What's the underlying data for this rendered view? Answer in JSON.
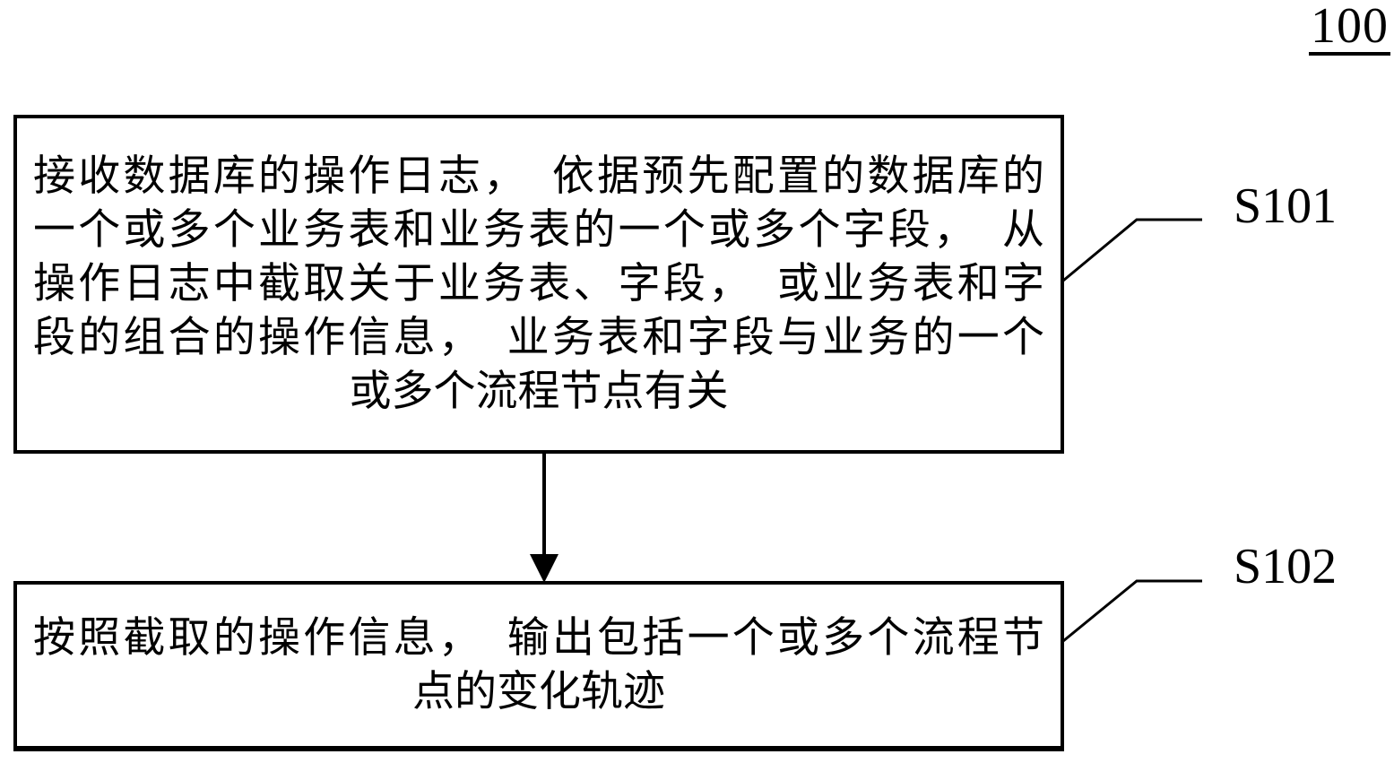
{
  "figure": {
    "number": "100"
  },
  "steps": [
    {
      "label": "S101",
      "lines": [
        "接收数据库的操作日志，　依据预先配置的数据库的",
        "一个或多个业务表和业务表的一个或多个字段，　从",
        "操作日志中截取关于业务表、字段，　或业务表和字",
        "段的组合的操作信息，　业务表和字段与业务的一个",
        "或多个流程节点有关"
      ]
    },
    {
      "label": "S102",
      "lines": [
        "按照截取的操作信息，　输出包括一个或多个流程节",
        "点的变化轨迹"
      ]
    }
  ]
}
